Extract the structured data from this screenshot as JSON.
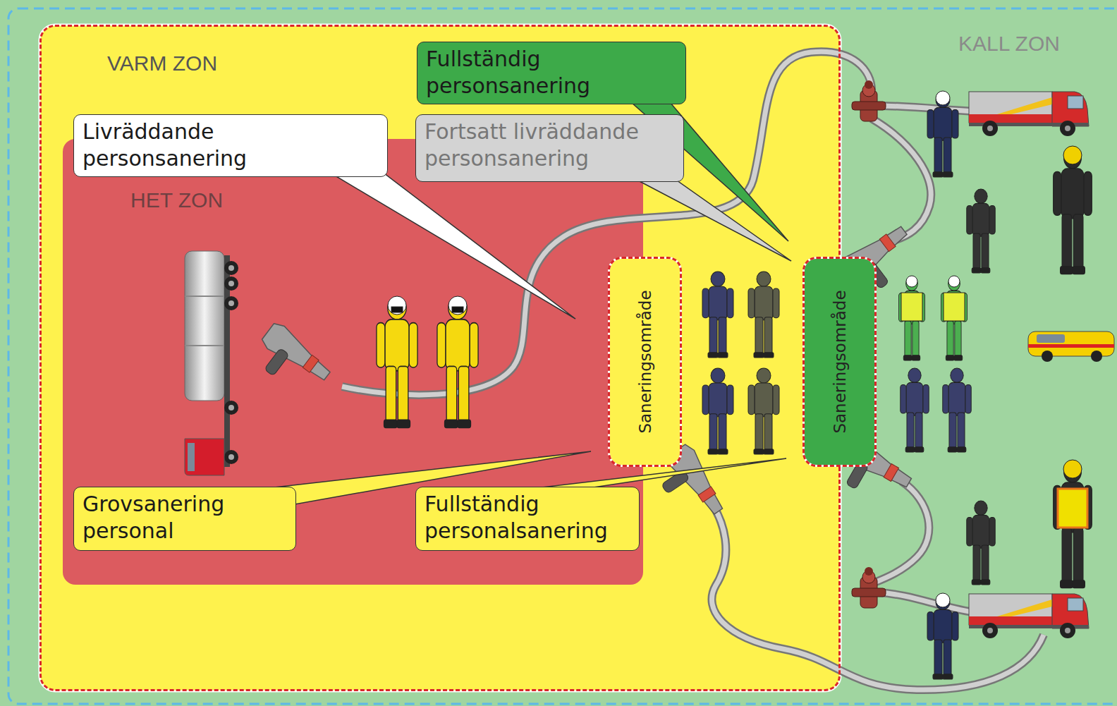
{
  "diagram": {
    "nodes": [
      {
        "text": [
          "KALL ZON"
        ]
      },
      {
        "text": [
          "VARM ZON"
        ],
        "in": 0
      },
      {
        "text": [
          "HET ZON"
        ],
        "in": 1
      },
      {
        "text": [
          "Fullständig personsanering"
        ],
        "in": 1
      },
      {
        "text": [
          "Livräddande personsanering"
        ],
        "in": 1
      },
      {
        "text": [
          "Fortsatt livräddande personsanering"
        ],
        "in": 1
      },
      {
        "text": [
          "Saneringsområde"
        ],
        "in": 1
      },
      {
        "text": [
          "Saneringsområde"
        ],
        "in": 0
      },
      {
        "text": [
          "Grovsanering personal"
        ],
        "in": 2
      },
      {
        "text": [
          "Fullständig personalsanering"
        ],
        "in": 2
      }
    ]
  }
}
